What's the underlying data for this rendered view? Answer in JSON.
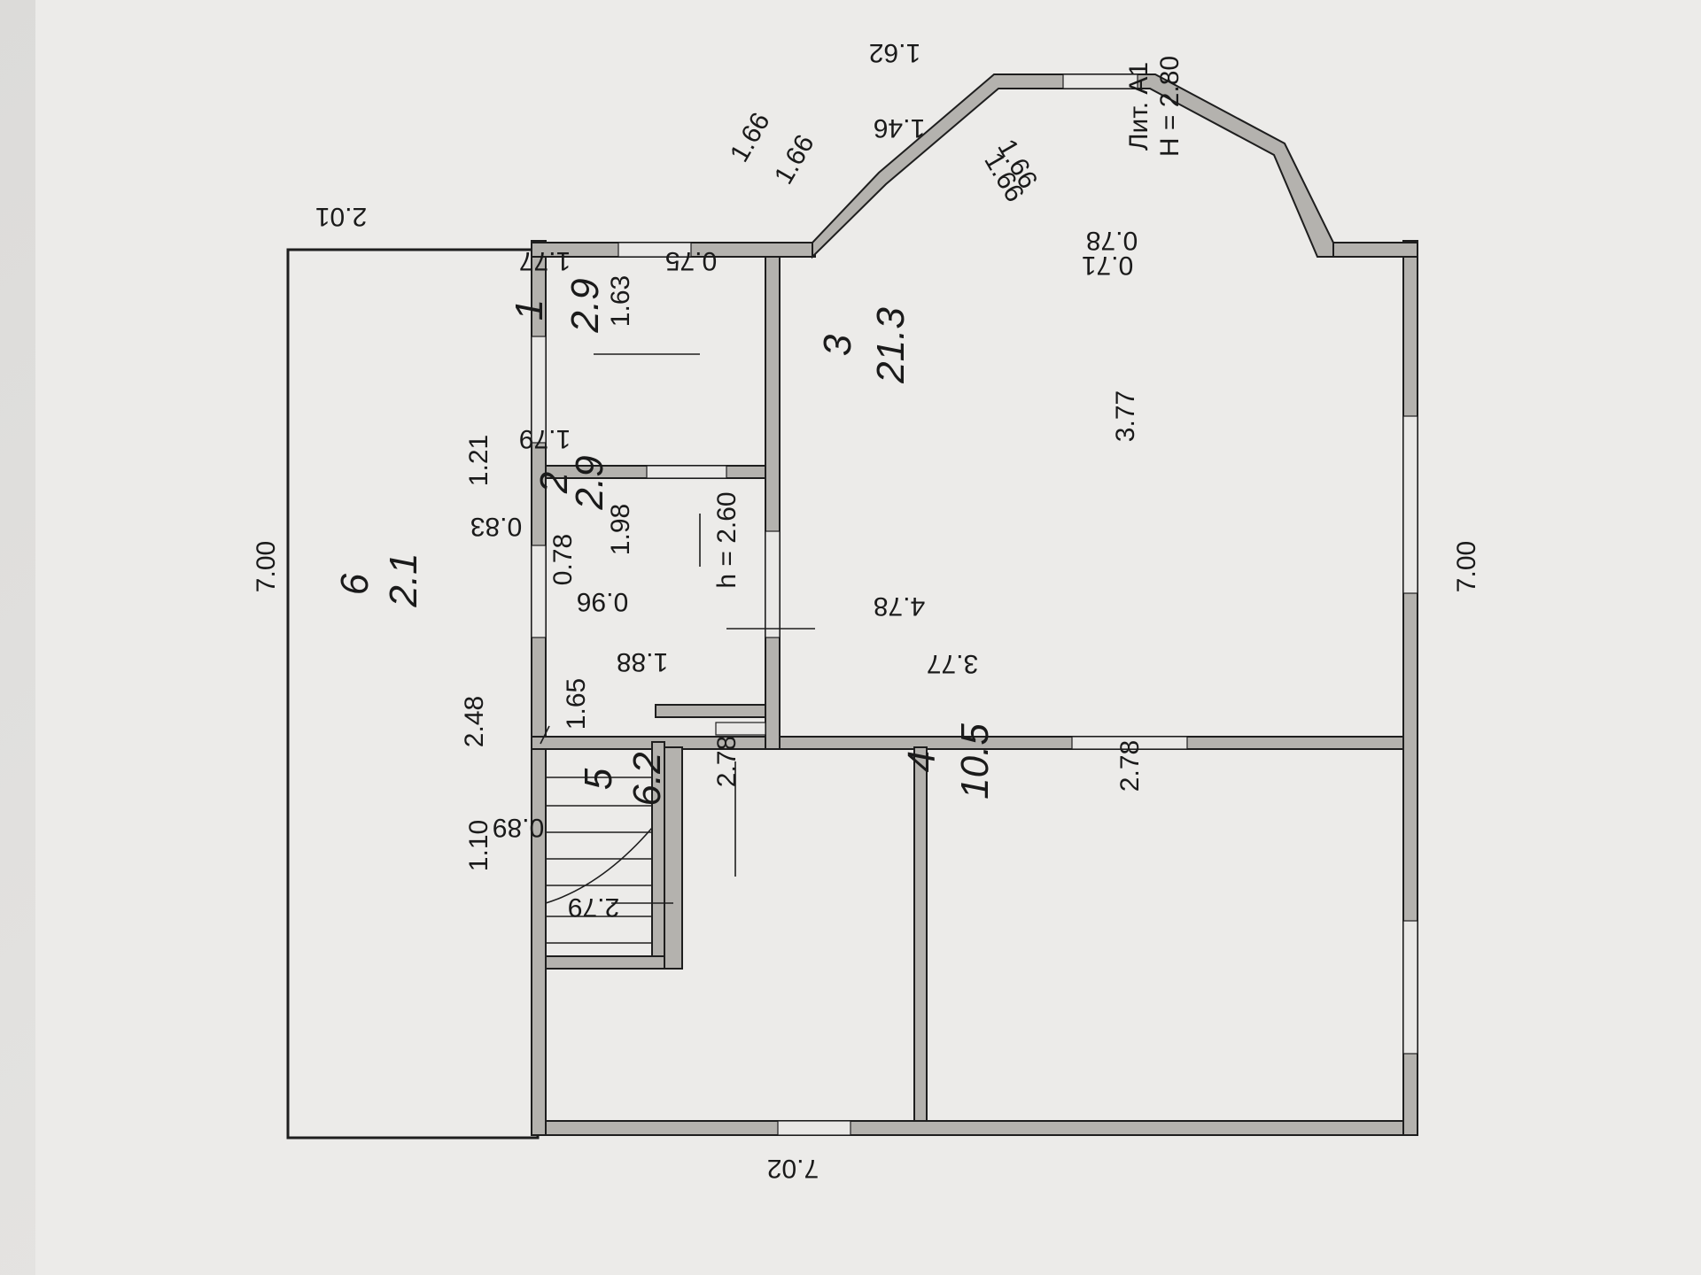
{
  "plan": {
    "lit_label": "Лит. А1",
    "lit_height": "H = 2.80",
    "ceiling_height": "h = 2.60",
    "outer_dims": {
      "top_width": "7.02",
      "left_height": "7.00",
      "right_height": "7.00",
      "porch_depth": "2.01",
      "bay_front": "1.62",
      "bay_side_a": "1.66",
      "bay_side_b": "1.66",
      "bay_offset": "0.78"
    },
    "rooms": [
      {
        "number": "1",
        "area": "2.9",
        "dims": [
          "1.77",
          "1.63"
        ]
      },
      {
        "number": "2",
        "area": "2.9",
        "dims": [
          "1.79",
          "1.98",
          "1.21",
          "0.83",
          "0.78",
          "0.96"
        ]
      },
      {
        "number": "3",
        "area": "21.3",
        "dims": [
          "4.78",
          "3.77",
          "0.75",
          "0.71",
          "1.46",
          "1.66",
          "1.66"
        ]
      },
      {
        "number": "4",
        "area": "10.5",
        "dims": [
          "3.77",
          "2.78"
        ]
      },
      {
        "number": "5",
        "area": "6.2",
        "dims": [
          "1.88",
          "2.78",
          "2.79",
          "1.65",
          "2.48",
          "1.10",
          "0.89"
        ]
      },
      {
        "number": "6",
        "area": "2.1",
        "dims": []
      }
    ]
  }
}
